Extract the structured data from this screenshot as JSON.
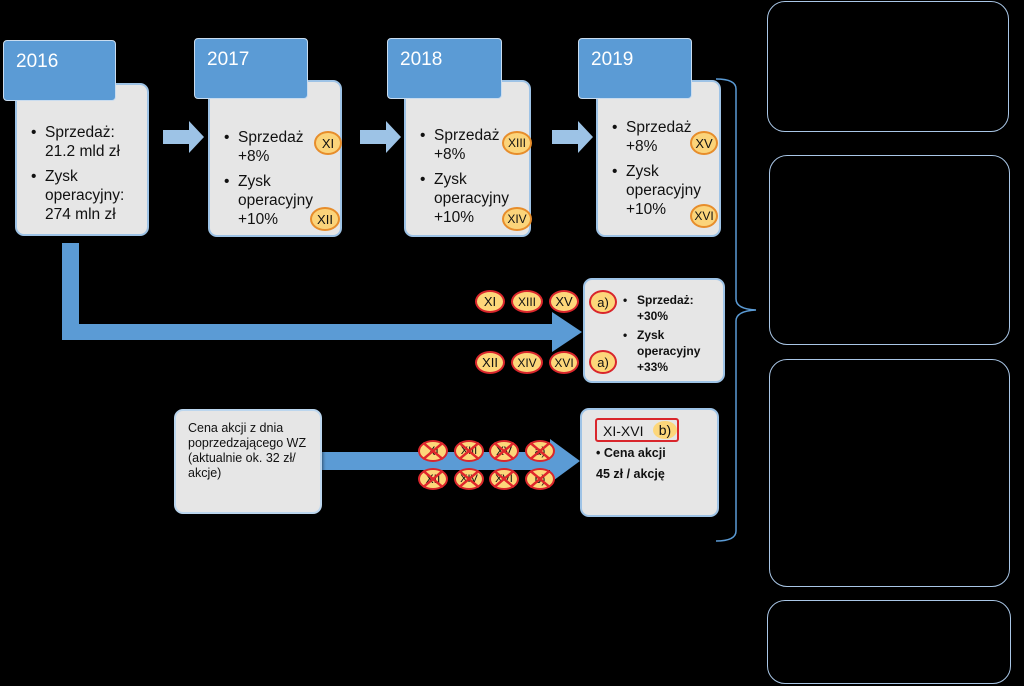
{
  "years": [
    {
      "label": "2016",
      "bullets": [
        "Sprzedaż: 21.2 mld zł",
        "Zysk operacyjny: 274 mln zł"
      ]
    },
    {
      "label": "2017",
      "bullets": [
        "Sprzedaż +8%",
        "Zysk operacyjny +10%"
      ],
      "badges": [
        "XI",
        "XII"
      ]
    },
    {
      "label": "2018",
      "bullets": [
        "Sprzedaż +8%",
        "Zysk operacyjny +10%"
      ],
      "badges": [
        "XIII",
        "XIV"
      ]
    },
    {
      "label": "2019",
      "bullets": [
        "Sprzedaż +8%",
        "Zysk operacyjny +10%"
      ],
      "badges": [
        "XV",
        "XVI"
      ]
    }
  ],
  "cumulative": {
    "badges_top": [
      "XI",
      "XIII",
      "XV"
    ],
    "badges_bottom": [
      "XII",
      "XIV",
      "XVI"
    ],
    "marker": "a)",
    "bullets": [
      "Sprzedaż: +30%",
      "Zysk operacyjny +33%"
    ]
  },
  "price": {
    "source_text": "Cena akcji z dnia poprzedzającego WZ (aktualnie ok. 32 zł/ akcje)",
    "crossed_top": [
      "XI",
      "XIII",
      "XV",
      "a)"
    ],
    "crossed_bottom": [
      "XII",
      "XIV",
      "XVI",
      "b)"
    ],
    "range_label": "XI-XVI",
    "range_marker": "b)",
    "bullet": "Cena akcji",
    "value": "45 zł / akcję"
  },
  "colors": {
    "accent": "#5b9bd5",
    "card": "#e6e6e6",
    "badge": "#fdd77a",
    "cross": "#e0262c"
  }
}
